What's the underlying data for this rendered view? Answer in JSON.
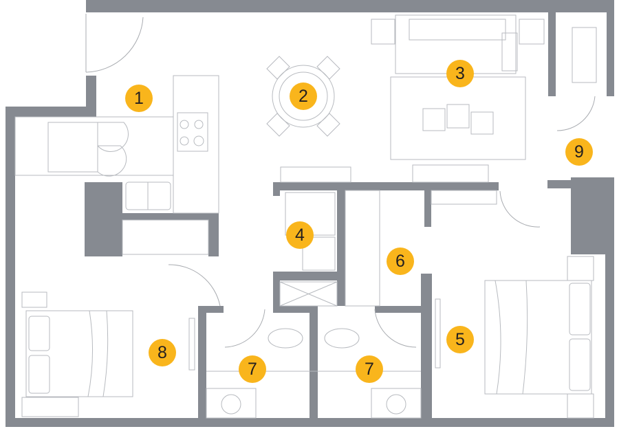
{
  "colors": {
    "wall": "#868a91",
    "marker": "#f9b51c",
    "fixture": "#b7babf"
  },
  "markers": [
    {
      "label": "1",
      "room": "kitchen"
    },
    {
      "label": "2",
      "room": "dining"
    },
    {
      "label": "3",
      "room": "living"
    },
    {
      "label": "4",
      "room": "laundry"
    },
    {
      "label": "5",
      "room": "bedroom-right"
    },
    {
      "label": "6",
      "room": "hallway"
    },
    {
      "label": "7",
      "room": "bathroom-left"
    },
    {
      "label": "7",
      "room": "bathroom-right"
    },
    {
      "label": "8",
      "room": "bedroom-left"
    },
    {
      "label": "9",
      "room": "balcony"
    }
  ]
}
